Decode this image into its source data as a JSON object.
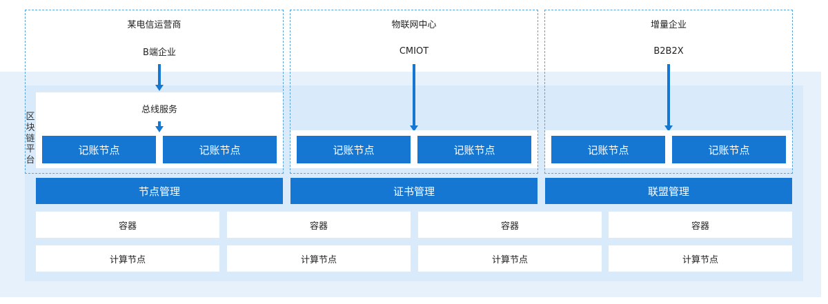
{
  "side_label_chars": [
    "区",
    "块",
    "链",
    "平",
    "台"
  ],
  "columns": [
    {
      "title": "某电信运营商",
      "entry": "B端企业",
      "middle": "总线服务",
      "ledgers": [
        "记账节点",
        "记账节点"
      ],
      "mgmt": "节点管理"
    },
    {
      "title": "物联网中心",
      "entry": "CMIOT",
      "ledgers": [
        "记账节点",
        "记账节点"
      ],
      "mgmt": "证书管理"
    },
    {
      "title": "增量企业",
      "entry": "B2B2X",
      "ledgers": [
        "记账节点",
        "记账节点"
      ],
      "mgmt": "联盟管理"
    }
  ],
  "infra": {
    "containers": [
      "容器",
      "容器",
      "容器",
      "容器"
    ],
    "compute_nodes": [
      "计算节点",
      "计算节点",
      "计算节点",
      "计算节点"
    ]
  }
}
